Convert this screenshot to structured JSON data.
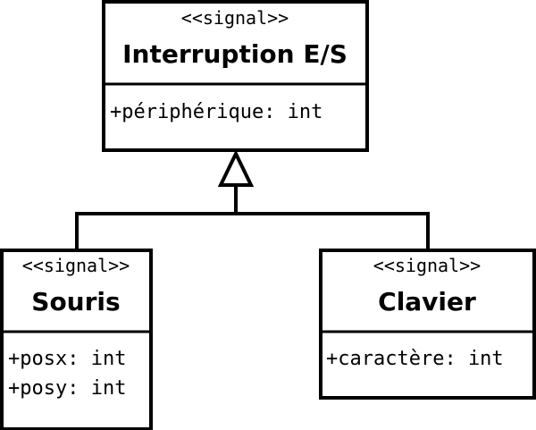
{
  "classes": {
    "interruption": {
      "stereotype": "<<signal>>",
      "name": "Interruption E/S",
      "attributes": [
        "+périphérique: int"
      ]
    },
    "souris": {
      "stereotype": "<<signal>>",
      "name": "Souris",
      "attributes": [
        "+posx: int",
        "+posy: int"
      ]
    },
    "clavier": {
      "stereotype": "<<signal>>",
      "name": "Clavier",
      "attributes": [
        "+caractère: int"
      ]
    }
  },
  "relations": [
    {
      "type": "generalization",
      "from": "Souris",
      "to": "Interruption E/S"
    },
    {
      "type": "generalization",
      "from": "Clavier",
      "to": "Interruption E/S"
    }
  ]
}
